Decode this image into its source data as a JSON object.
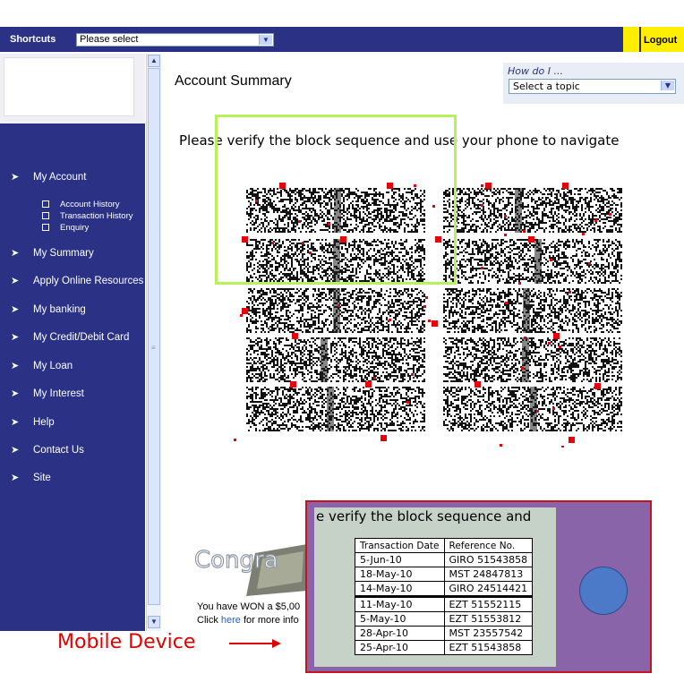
{
  "header": {
    "shortcuts_label": "Shortcuts",
    "shortcuts_select_value": "Please select",
    "logout_label": "Logout"
  },
  "sidebar": {
    "items": [
      {
        "label": "My Account"
      },
      {
        "label": "My Summary"
      },
      {
        "label": "Apply Online Resources"
      },
      {
        "label": "My banking"
      },
      {
        "label": "My Credit/Debit Card"
      },
      {
        "label": "My Loan"
      },
      {
        "label": "My Interest"
      },
      {
        "label": "Help"
      },
      {
        "label": "Contact Us"
      },
      {
        "label": "Site"
      }
    ],
    "subitems": [
      {
        "label": "Account History"
      },
      {
        "label": "Transaction History"
      },
      {
        "label": "Enquiry"
      }
    ]
  },
  "main": {
    "page_title": "Account Summary",
    "howdo_label": "How do I ...",
    "topic_select_value": "Select a topic",
    "instruction": "Please verify the block sequence and use your phone to navigate"
  },
  "promo": {
    "image_text": "Congra",
    "line1": "You have WON a $5,00",
    "line2_prefix": "Click ",
    "link_text": "here",
    "line2_suffix": " for more info"
  },
  "annotation": {
    "mobile_label": "Mobile Device"
  },
  "device": {
    "screen_title": "e verify the block sequence and",
    "table": {
      "headers": [
        "Transaction Date",
        "Reference No."
      ],
      "rows": [
        [
          "5-Jun-10",
          "GIRO 51543858"
        ],
        [
          "18-May-10",
          "MST 24847813"
        ],
        [
          "14-May-10",
          "GIRO 24514421"
        ],
        [
          "11-May-10",
          "EZT 51552115"
        ],
        [
          "5-May-10",
          "EZT 51553812"
        ],
        [
          "28-Apr-10",
          "MST 23557542"
        ],
        [
          "25-Apr-10",
          "EZT 51543858"
        ]
      ]
    }
  },
  "colors": {
    "nav_bg": "#2b3285",
    "logout_bg": "#ffee00",
    "highlight_frame": "#b7f25a",
    "device_bg": "#8a64a8",
    "device_border": "#c8121f",
    "annotation_red": "#e00000"
  }
}
